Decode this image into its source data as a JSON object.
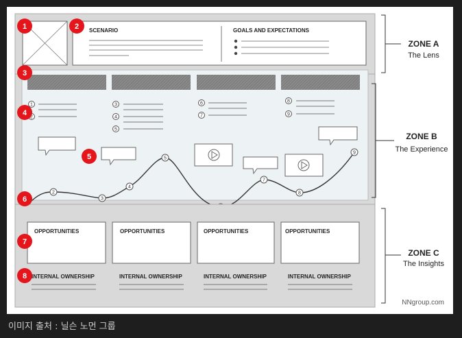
{
  "diagram": {
    "zone_a": {
      "title": "ZONE A",
      "subtitle": "The Lens",
      "scenario_label": "SCENARIO",
      "goals_label": "GOALS AND EXPECTATIONS"
    },
    "zone_b": {
      "title": "ZONE B",
      "subtitle": "The Experience"
    },
    "zone_c": {
      "title": "ZONE C",
      "subtitle": "The Insights",
      "opportunities": [
        "OPPORTUNITIES",
        "OPPORTUNITIES",
        "OPPORTUNITIES",
        "OPPORTUNITIES"
      ],
      "ownership": [
        "INTERNAL OWNERSHIP",
        "INTERNAL OWNERSHIP",
        "INTERNAL OWNERSHIP",
        "INTERNAL OWNERSHIP"
      ]
    },
    "badges": [
      "1",
      "2",
      "3",
      "4",
      "5",
      "6",
      "7",
      "8"
    ],
    "step_numbers": [
      "1",
      "2",
      "3",
      "4",
      "5",
      "6",
      "7",
      "8",
      "9"
    ],
    "brand": "NNgroup.com",
    "colors": {
      "badge_red": "#e4161b",
      "zone_gray": "#d9d9d9",
      "experience_bg": "#edf3f5",
      "phase_bar": "#7a7a7a"
    }
  },
  "caption": "이미지 출처 : 닐슨 노먼 그룹"
}
